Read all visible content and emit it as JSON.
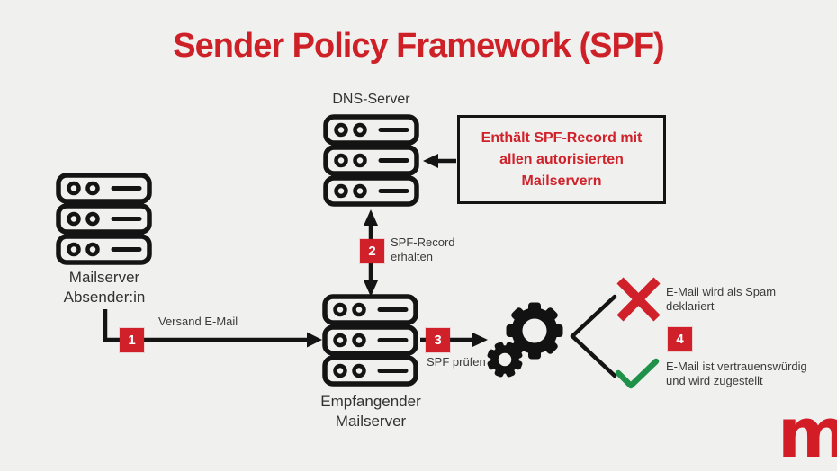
{
  "title": "Sender Policy Framework (SPF)",
  "colors": {
    "background": "#F0F0EF",
    "accent_red": "#CE2127",
    "badge_red": "#D0202A",
    "success_green": "#1F9149",
    "ink_black": "#141414",
    "text_dark": "#313131"
  },
  "icons": {
    "dns": "server-stack-icon",
    "sender": "server-stack-icon",
    "receiver": "server-stack-icon",
    "processing": "gears-icon",
    "spam": "cross-icon",
    "trusted": "check-icon",
    "logo": "mittwald-m-logo"
  },
  "nodes": {
    "dns": {
      "label": "DNS-Server"
    },
    "sender": {
      "line1": "Mailserver",
      "line2": "Absender:in"
    },
    "receiver": {
      "line1": "Empfangender",
      "line2": "Mailserver"
    }
  },
  "info_box": {
    "line1": "Enthält SPF-Record mit",
    "line2": "allen autorisierten",
    "line3": "Mailservern"
  },
  "steps": [
    {
      "number": "1",
      "label": "Versand E-Mail"
    },
    {
      "number": "2",
      "line1": "SPF-Record",
      "line2": "erhalten"
    },
    {
      "number": "3",
      "label": "SPF prüfen"
    },
    {
      "number": "4"
    }
  ],
  "outcomes": {
    "spam": {
      "line1": "E-Mail wird als Spam",
      "line2": "deklariert"
    },
    "trusted": {
      "line1": "E-Mail ist vertrauenswürdig",
      "line2": "und wird zugestellt"
    }
  },
  "logo": {
    "letter": "m"
  }
}
